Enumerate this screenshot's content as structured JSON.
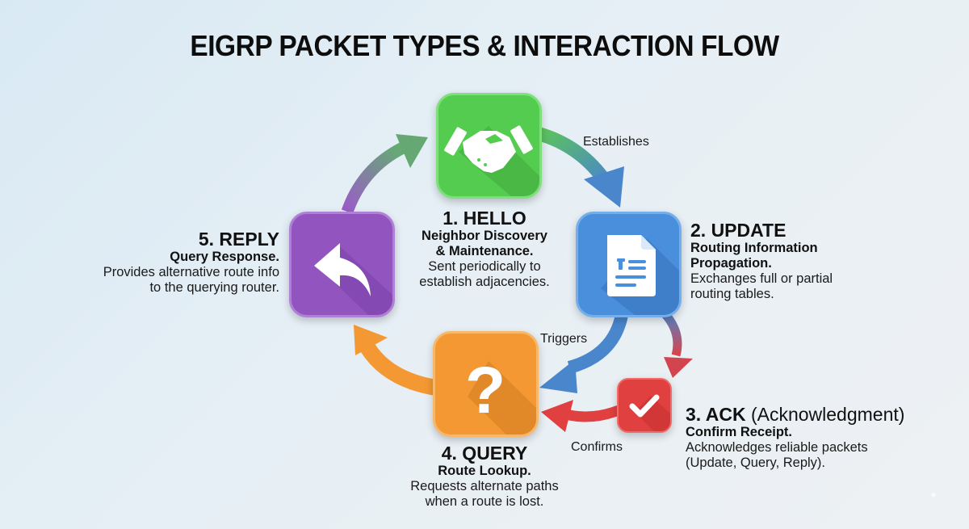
{
  "title": "EIGRP PACKET TYPES & INTERACTION FLOW",
  "packets": {
    "hello": {
      "heading": "1. HELLO",
      "subtitle_line1": "Neighbor Discovery",
      "subtitle_line2": "& Maintenance.",
      "desc_line1": "Sent periodically to",
      "desc_line2": "establish adjacencies.",
      "icon": "handshake-icon",
      "color": "#54cc4f"
    },
    "update": {
      "heading": "2. UPDATE",
      "subtitle_line1": "Routing Information",
      "subtitle_line2": "Propagation.",
      "desc_line1": "Exchanges full or partial",
      "desc_line2": "routing tables.",
      "icon": "document-icon",
      "color": "#4a8fdc"
    },
    "ack": {
      "heading": "3. ACK",
      "heading_paren": "(Acknowledgment)",
      "subtitle_line1": "Confirm Receipt.",
      "desc_line1": "Acknowledges reliable packets",
      "desc_line2": "(Update, Query, Reply).",
      "icon": "checkmark-icon",
      "color": "#e0403f"
    },
    "query": {
      "heading": "4. QUERY",
      "subtitle_line1": "Route Lookup.",
      "desc_line1": "Requests alternate paths",
      "desc_line2": "when a route is lost.",
      "icon": "question-mark-icon",
      "color": "#f39833"
    },
    "reply": {
      "heading": "5. REPLY",
      "subtitle_line1": "Query Response.",
      "desc_line1": "Provides alternative route info",
      "desc_line2": "to the querying router.",
      "icon": "reply-arrow-icon",
      "color": "#9255c0"
    }
  },
  "flows": {
    "hello_to_update": "Establishes",
    "update_to_query": "Triggers",
    "ack_to_query": "Confirms"
  }
}
